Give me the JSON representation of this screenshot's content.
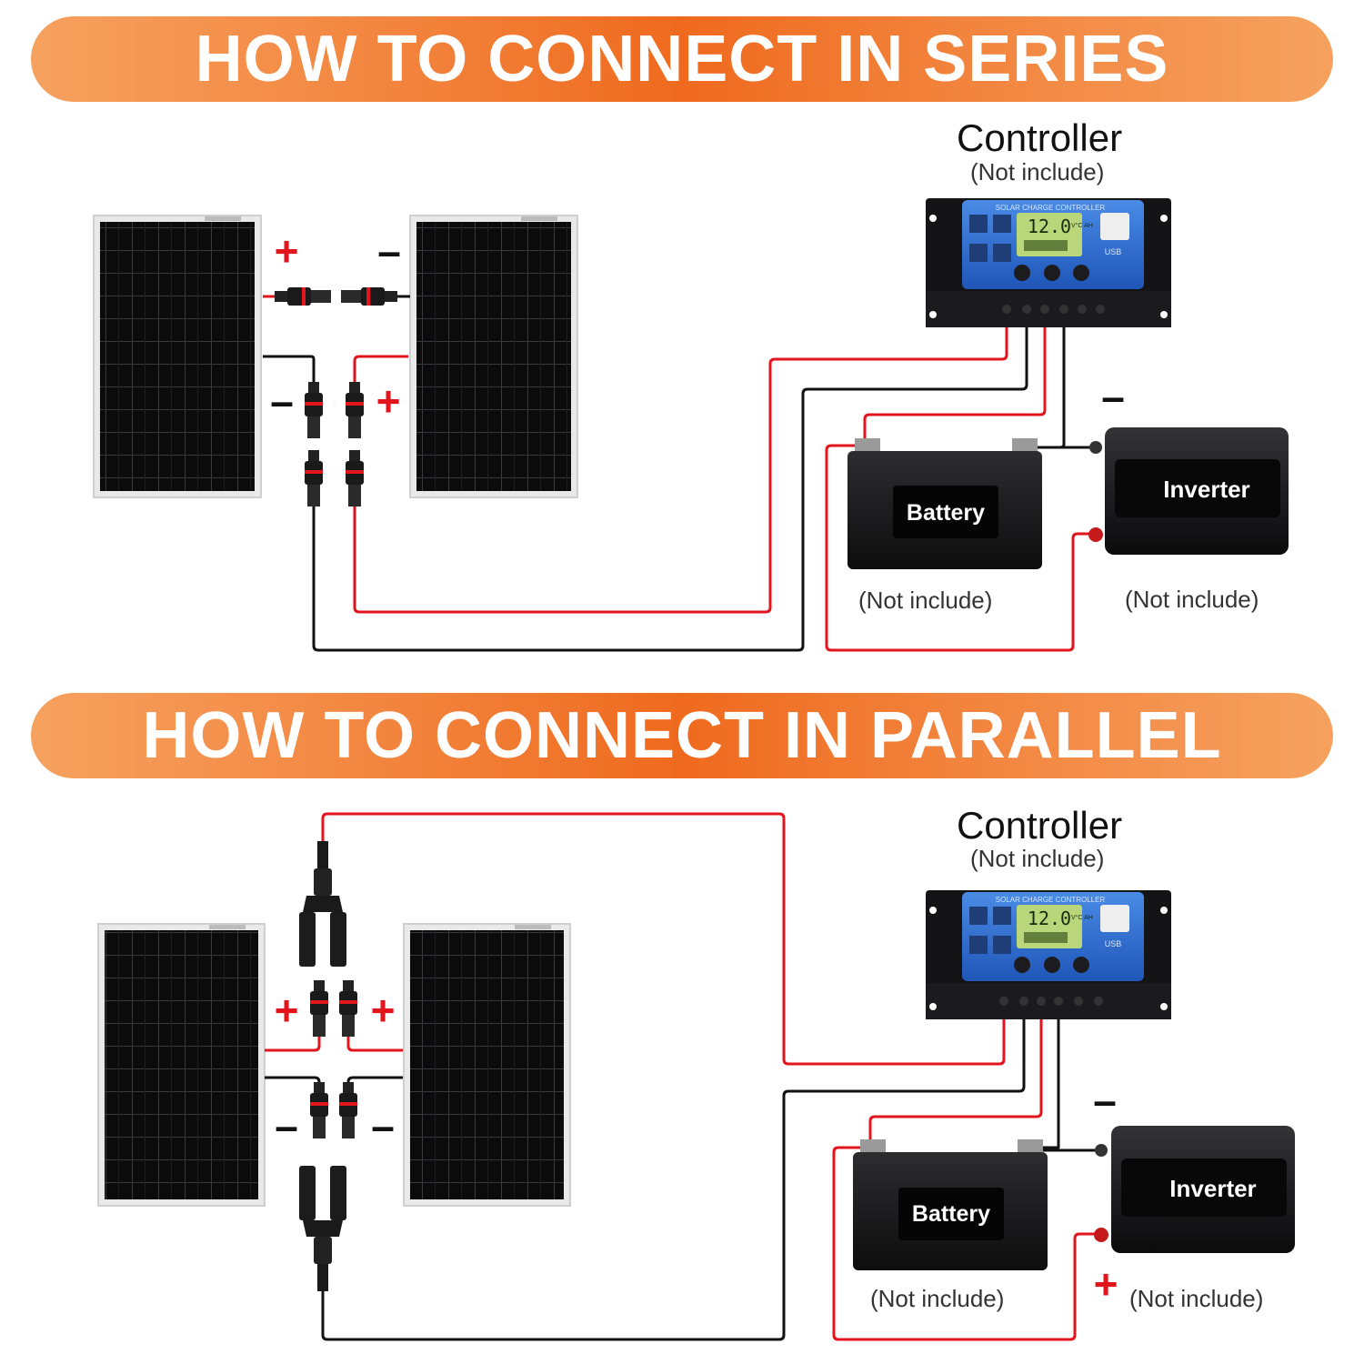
{
  "banners": {
    "series": "HOW TO CONNECT IN SERIES",
    "parallel": "HOW TO CONNECT IN PARALLEL"
  },
  "series": {
    "controller_title": "Controller",
    "controller_note": "(Not include)",
    "controller_header": "SOLAR CHARGE CONTROLLER",
    "lcd_value": "12.0",
    "lcd_units": "V°C AH",
    "usb_label": "USB",
    "battery_label": "Battery",
    "battery_note": "(Not include)",
    "inverter_label": "Inverter",
    "inverter_note": "(Not include)",
    "plus": "+",
    "minus": "–"
  },
  "parallel": {
    "controller_title": "Controller",
    "controller_note": "(Not include)",
    "controller_header": "SOLAR CHARGE CONTROLLER",
    "lcd_value": "12.0",
    "lcd_units": "V°C AH",
    "usb_label": "USB",
    "battery_label": "Battery",
    "battery_note": "(Not include)",
    "inverter_label": "Inverter",
    "inverter_note": "(Not include)",
    "plus": "+",
    "minus": "–"
  },
  "colors": {
    "banner_orange": "#ef6a1e",
    "wire_red": "#e3151c",
    "wire_black": "#111111",
    "controller_blue": "#2f6fd6",
    "lcd_green": "#b9d77a"
  }
}
